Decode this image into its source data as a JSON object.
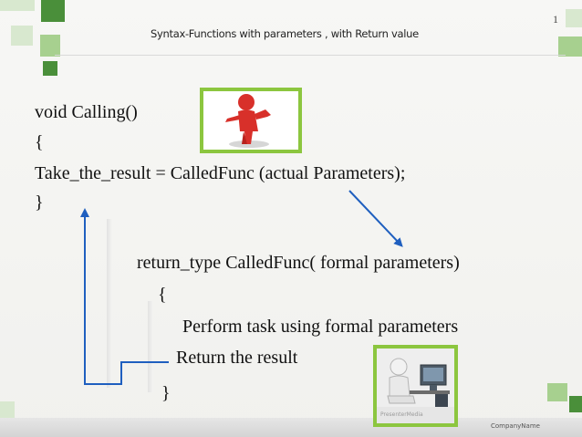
{
  "slide": {
    "title": "Syntax-Functions with parameters , with Return value",
    "slide_number": "1",
    "company_name": "CompanyName"
  },
  "code_lines": [
    "void Calling()",
    "{",
    "Take_the_result = CalledFunc (actual Parameters);",
    "}",
    "return_type CalledFunc( formal parameters)",
    "{",
    "Perform task using formal parameters",
    "Return the result",
    "}"
  ],
  "images": [
    {
      "name": "red-person-figure",
      "caption": ""
    },
    {
      "name": "person-at-computer-figure",
      "caption": "PresenterMedia"
    }
  ],
  "colors": {
    "accent_green": "#8cc63f",
    "arrow_blue": "#1f5fbf",
    "dark_green": "#4a8f3a"
  }
}
